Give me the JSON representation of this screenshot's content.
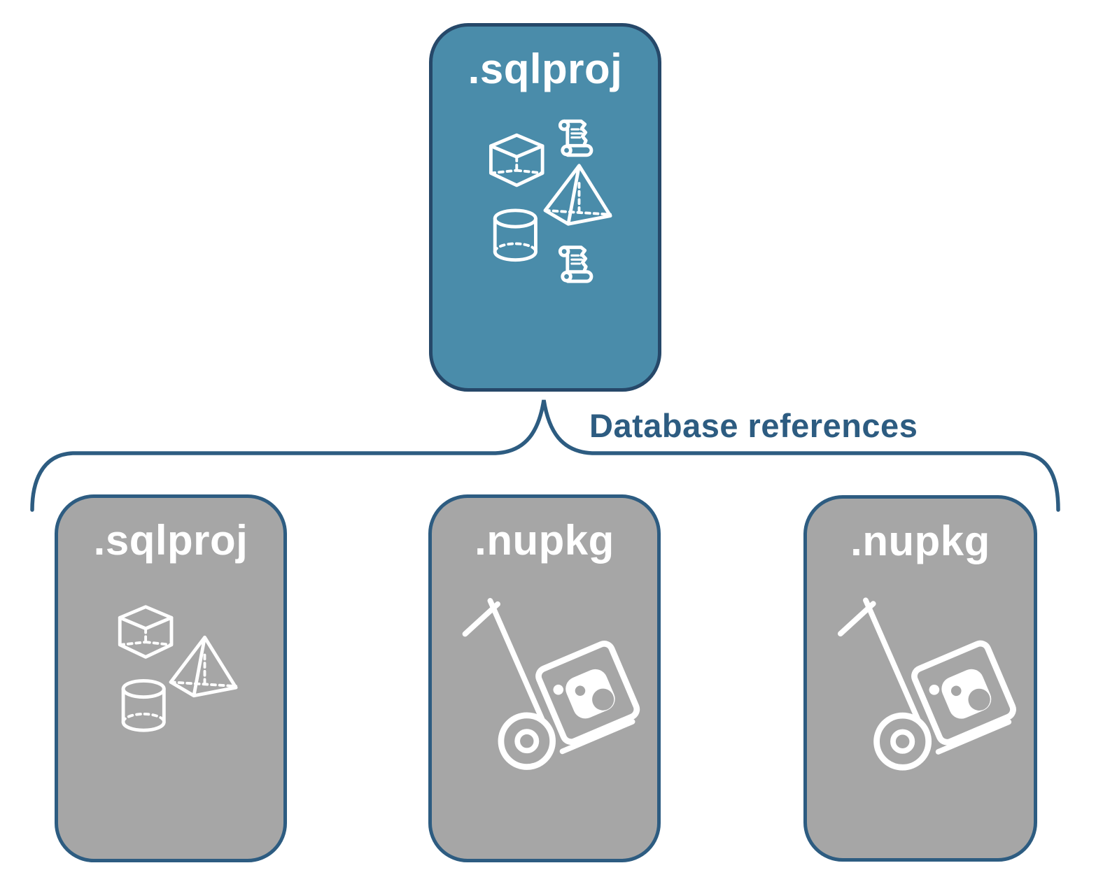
{
  "diagram": {
    "root_box": {
      "label": ".sqlproj",
      "fill": "#4a8caa",
      "border": "#264869",
      "icons": [
        "script-scroll-icon",
        "cube-icon",
        "pyramid-icon",
        "cylinder-icon",
        "script-scroll-icon"
      ]
    },
    "connector": {
      "label": "Database references",
      "color": "#2d5c81"
    },
    "child_boxes": [
      {
        "label": ".sqlproj",
        "fill": "#a6a6a6",
        "border": "#2d5c81",
        "icons": [
          "cube-icon",
          "pyramid-icon",
          "cylinder-icon"
        ]
      },
      {
        "label": ".nupkg",
        "fill": "#a6a6a6",
        "border": "#2d5c81",
        "icons": [
          "hand-truck-package-icon"
        ]
      },
      {
        "label": ".nupkg",
        "fill": "#a6a6a6",
        "border": "#2d5c81",
        "icons": [
          "hand-truck-package-icon"
        ]
      }
    ],
    "icon_color": "#ffffff"
  }
}
